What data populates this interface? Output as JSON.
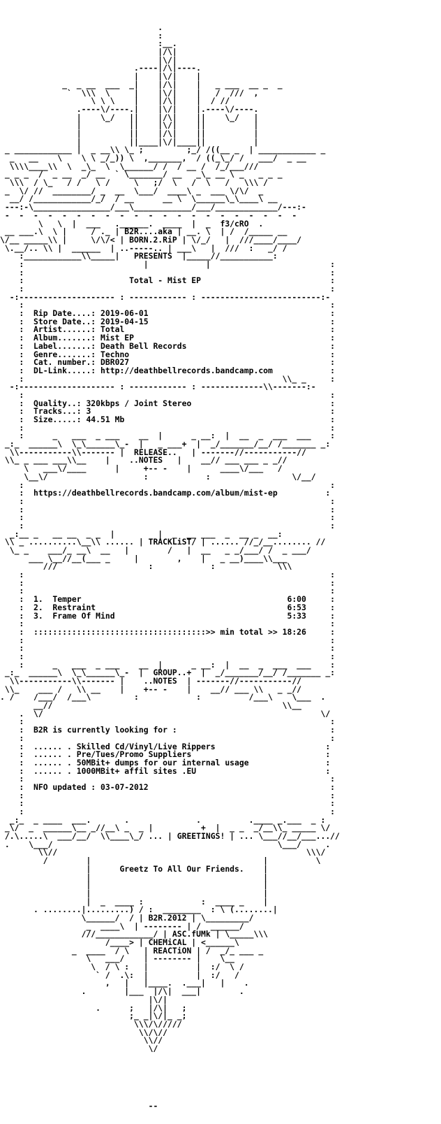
{
  "nfo": {
    "lines": [
      "                                 .",
      "                                 :",
      "                                 :__.",
      "                                 |/\\|",
      "                                 |\\/|",
      "                            .----|/\\|----.",
      "                            |    |\\/|    |",
      "             _  _ __  ___  _|    |/\\|    |   _ ___  __ _  _",
      "              `  \\\\\\  \\     |    |\\/|    |   /  ///  ,",
      "                   \\ \\ \\    |    |/\\|    |  / //",
      "                .----\\/----.|    |\\/|    |.----\\/----.",
      "                |    \\_/   ||    |/\\|    ||    \\_/   |",
      "                |          ||    |\\/|    ||          |",
      "                |          ||    |/\\|    ||          |",
      "                |          ||____|\\/|____||          |",
      " _ ____________ |  _ __\\\\ \\_ ;         ;_/ /((__ _  | ____________ _",
      "  _   __    \\    \\ \\ _/_)) \\  ,_______,  / ((_\\_/ /   ___/  _ __",
      "  \\\\\\\\____\\\\  \\  _\\_  \\  \\______/ /  / __ /  /_/___///",
      " _ _ _  /  _ __  _/ __  ` \\_______/ __   _\\_ __ \\ _   _ _ _",
      "  \\\\\\  / \\_   / /   \\ /     \\   ;/  \\   /  \\   /   \\\\\\ /",
      " _  \\/ //  ________/ _  __  \\___/  ____\\ _  ___ \\/\\/  _",
      "  __/ /____________/_/  / __      __ \\  \\______\\_\\____\\ __",
      " ---:-\\________________/___\\____________/___/_____________/---:-",
      " -  -  -  -  -  -  -  -  -  -  -  -  -  -  -  -  -  -  -  -  -",
      "        \\   \\  |  ___   .______.  ____  |  _  f3/cRO  .",
      " __ ___.\\  \\ |     / ._ | B2R....aka | __. \\  | /  /_____ __",
      "\\/__ _____\\\\ |     \\/\\/< | BORN.2.RiP | \\/_/   |  ///____/____/",
      " \\.__/.. \\\\ |  ______  | ..-----.. | ___\\   |  ///  :   _/ /",
      "    :____________\\\\_____|   PRESENTS  |_____//___________:",
      "    :                         |            |                         :",
      "    :                                                                :",
      "    :                      Total - Mist EP                           :",
      "    :                                                                :",
      "  -:-------------------- : ------------ : -------------------------:-",
      "    :                                                                :",
      "    :  Rip Date....: 2019-06-01                                      :",
      "    :  Store Date..: 2019-04-15                                      :",
      "    :  Artist......: Total                                           :",
      "    :  Album.......: Mist EP                                         :",
      "    :  Label.......: Death Bell Records                              :",
      "    :  Genre.......: Techno                                          :",
      "    :  Cat. number.: DBR027                                          :",
      "    :  DL-Link.....: http://deathbellrecords.bandcamp.com            :",
      "    :                                                      \\\\_ _     :",
      "  -:-------------------- : ------------ : -------------\\\\-------:-",
      "    :                                                                :",
      "    :  Quality..: 320kbps / Joint Stereo                             :",
      "    :  Tracks...: 3                                                  :",
      "    :  Size.....: 44.51 Mb                                           :",
      "    :                                                                :",
      "    :      _   ___  _ ___    __  |      _ __:  |  __  _  ___  ___    :",
      " _:_  ______\\  \\_\\______\\_-  |   _ ___+  |  _/_______/__/ /_______ _:",
      "  \\\\-----------\\\\------- |  RELEASE..   | -------//-----------//",
      " \\\\_ _ ___ ___\\\\__    |    ..NOTES   |    __// ___ ___ _ _//",
      "     \\   ___\\/____      |     +-- -    |      ____\\/___   /",
      "     \\__\\/                    :            :                 \\/__/",
      "    :                                                                :",
      "    :  https://deathbellrecords.bandcamp.com/album/mist-ep          :",
      "    :                                                                :",
      "    :                                                                :",
      "    :                                                                :",
      "    :                                                                :",
      "  _:__ _   __ __  _ _  |         |  _  __ ___  _  __ _  __:",
      " \\\\ _ ..........\\__\\\\ ...... | TRACKLiST/ | ...... //_/__........ //",
      "  \\_ _    ___/_ __\\  __   |        /   |  __   _ _/___/ /  _ ___/",
      "      ___ \\__//__(___ _     |        ,    |   _ __)____\\\\___",
      "         ///                   :            :             \\\\\\",
      "    :                                                                :",
      "    :                                                                :",
      "    :                                                                :",
      "    :  1.  Temper                                           6:00     :",
      "    :  2.  Restraint                                        6:53     :",
      "    :  3.  Frame Of Mind                                    5:33     :",
      "    :                                                                :",
      "    :  ::::::::::::::::::::::::::::::::::::>> min total >> 18:26     :",
      "    :                                                                :",
      "    :                                                                :",
      "    :                                                                :",
      "    :      _   ___  _ ___    __  |      _ __:  |  __  _  ___  ___    :",
      " _:_  ______\\  \\_\\______\\_-  |  GROUP..+  |  _/_______/__/ /_______ _:",
      "  \\\\-----------\\\\------- |    ..NOTES  | -------//-----------//",
      " \\\\_    ___ /   \\\\ __    |    +-- -    |    __// ___ \\\\   _ _//",
      ". /    /___/  /___\\         :            :          /___\\    \\___  .",
      "       __//                                                \\\\__",
      "    .  \\/                                                          \\/ ",
      "    :                                                                :",
      "    :  B2R is currently looking for :                                :",
      "    :                                                                :",
      "    :  ...... . Skilled Cd/Vinyl/Live Rippers                       :",
      "    :  ...... . Pre/Tues/Promo Suppliers                            :",
      "    :  ...... . 50MBit+ dumps for our internal usage                :",
      "    :  ...... . 1000MBit+ affil sites .EU                           :",
      "    :                                                                :",
      "    :  NFO updated : 03-07-2012                                      :",
      "    :                                                                :",
      "    :                                                                :",
      "    :                                                                :",
      "  _:_  _ ____  ___.       .              .          .____ _.___  _ :",
      " _\\/  _  ______\\__ _//__\\ _  _ |          +  |  _ _  _/__\\\\_ _____ \\/",
      " /.\\.....\\  ___/__/  \\\\____\\_/ ... | GREETINGS! | ... \\___//__/___...//",
      " .    \\___/                                               \\___/     .",
      "        \\\\//                                                    \\\\\\/",
      "         /        |                                    |          \\",
      "                  |      Greetz To All Our Friends.    |",
      "                  |                                    |",
      "                  |                                    |",
      "                  |                                    |",
      "                  |  _  ____ :            :  ____ _    |",
      "       . ........|.........) / :  ________  : \\ (........|",
      "                 \\______/  / | B2R.2012 | \\_________/",
      "                  _  ____\\  | -------- | /  ______/",
      "                 ///____________/ | ASC.fUMk | \\_____\\\\\\",
      "                      /____> | CHEMiCAL | <______\\",
      "               _  ____  / \\   | REACTiON | /  _/_ ___ _",
      "                  \\   ___/    | -------- |    \\__",
      "                   \\  / \\ :   |          |  :/  \\ /",
      "                    ` /  .\\:  |          |  :/   /",
      "                      ,   |   |____.  .___|   |    .",
      "                 .        |___  |/\\|  ___|        .",
      "                               |\\/|",
      "                    .      ;   |/\\|   ;",
      "                           ;_ _|\\/|_ _;",
      "                            \\\\\\/\\/////",
      "                             \\\\/\\//",
      "                              \\\\//",
      "                               \\/",
      "",
      "",
      "",
      "",
      "",
      "",
      "                               --"
    ]
  }
}
